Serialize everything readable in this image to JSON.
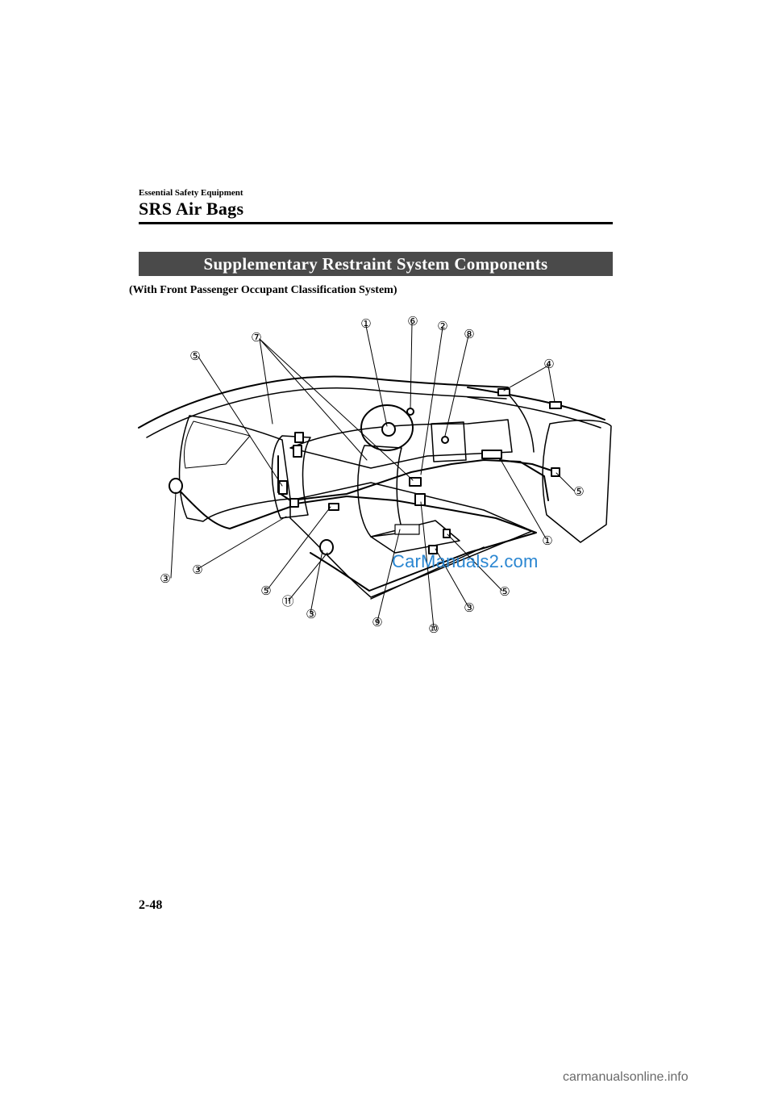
{
  "header": {
    "section": "Essential Safety Equipment",
    "title": "SRS Air Bags"
  },
  "banner": {
    "title": "Supplementary Restraint System Components"
  },
  "subtitle": "(With Front Passenger Occupant Classification System)",
  "diagram": {
    "callouts": [
      {
        "num": "①",
        "label": "1"
      },
      {
        "num": "②",
        "label": "2"
      },
      {
        "num": "③",
        "label": "3"
      },
      {
        "num": "④",
        "label": "4"
      },
      {
        "num": "⑤",
        "label": "5"
      },
      {
        "num": "⑥",
        "label": "6"
      },
      {
        "num": "⑦",
        "label": "7"
      },
      {
        "num": "⑧",
        "label": "8"
      },
      {
        "num": "⑨",
        "label": "9"
      },
      {
        "num": "⑩",
        "label": "10"
      },
      {
        "num": "⑪",
        "label": "11"
      }
    ],
    "watermark": "CarManuals2.com"
  },
  "footer": {
    "page_number": "2-48",
    "url": "carmanualsonline.info"
  }
}
